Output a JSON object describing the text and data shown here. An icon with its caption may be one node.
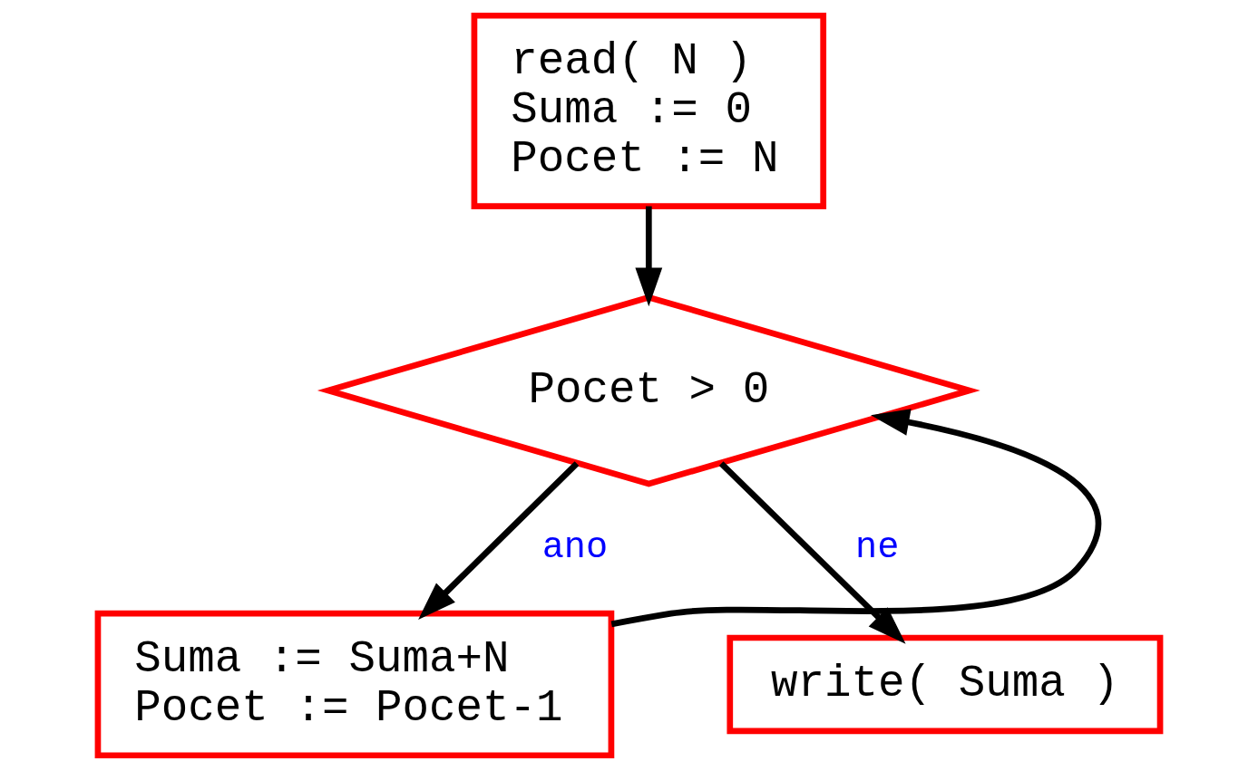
{
  "diagram": {
    "nodes": [
      {
        "text": [
          "read( N )",
          "Suma := 0",
          "Pocet := N"
        ]
      },
      {
        "text": [
          "Pocet > 0"
        ]
      },
      {
        "text": [
          "Suma := Suma+N",
          "Pocet := Pocet-1"
        ]
      },
      {
        "text": [
          "write( Suma )"
        ]
      }
    ],
    "edges": [
      {
        "from": 0,
        "to": 1,
        "arrow": "to"
      },
      {
        "from": 1,
        "to": 3,
        "arrow": "to",
        "label": "ne"
      },
      {
        "from": 1,
        "to": 2,
        "arrow": "to",
        "label": "ano"
      },
      {
        "from": 2,
        "to": 1,
        "arrow": "to"
      }
    ]
  }
}
